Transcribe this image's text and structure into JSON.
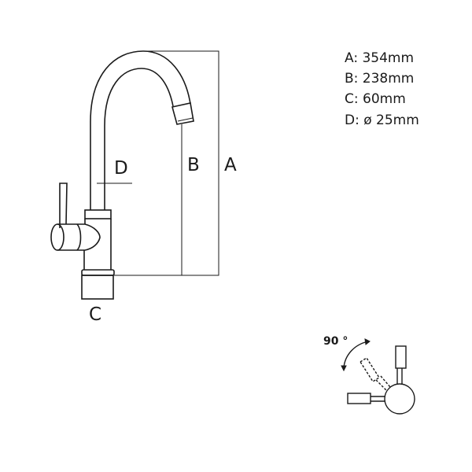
{
  "diagram": {
    "labels": {
      "a": "A",
      "b": "B",
      "c": "C",
      "d": "D"
    },
    "specs": [
      "A: 354mm",
      "B: 238mm",
      "C: 60mm",
      "D: ø 25mm"
    ],
    "rotation_label": "90 °"
  }
}
